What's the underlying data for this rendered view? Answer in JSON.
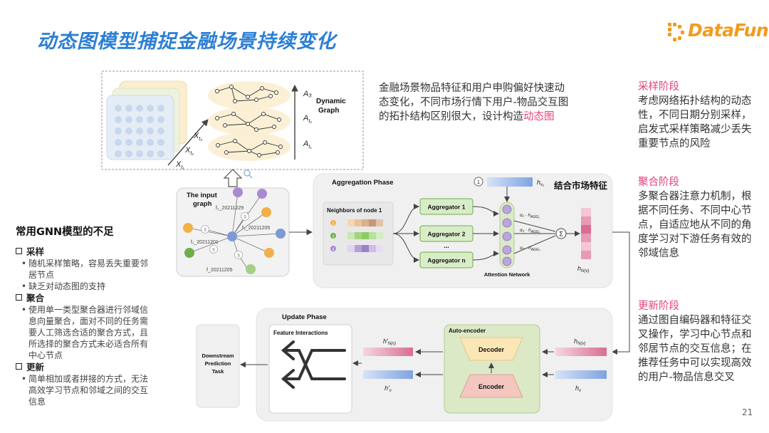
{
  "slide": {
    "title": "动态图模型捕捉金融场景持续变化",
    "logo_text": "DataFun.",
    "page_number": "21",
    "intro_lines": [
      "金融场景物品特征和用户申购偏好快速动",
      "态变化，不同市场行情下用户-物品交互图",
      "的拓扑结构区别很大，设计构造"
    ],
    "intro_highlight": "动态图"
  },
  "right_panel": {
    "sampling": {
      "heading": "采样阶段",
      "lines": [
        "考虑网络拓扑结构的动态",
        "性，不同日期分别采样，",
        "启发式采样策略减少丢失",
        "重要节点的风险"
      ]
    },
    "aggregation": {
      "heading": "聚合阶段",
      "lines": [
        "多聚合器注意力机制，根",
        "据不同任务、不同中心节",
        "点，自适应地从不同的角",
        "度学习对下游任务有效的",
        "邻域信息"
      ]
    },
    "update": {
      "heading": "更新阶段",
      "lines": [
        "通过图自编码器和特征交",
        "叉操作，学习中心节点和",
        "邻居节点的交互信息；在",
        "推荐任务中可以实现高效",
        "的用户-物品信息交叉"
      ]
    }
  },
  "left_panel": {
    "title": "常用GNN模型的不足",
    "sections": [
      {
        "heading": "采样",
        "bullets": [
          [
            "随机采样策略，容易丢失重要邻",
            "居节点"
          ],
          [
            "缺乏对动态图的支持"
          ]
        ]
      },
      {
        "heading": "聚合",
        "bullets": [
          [
            "使用单一类型聚合器进行邻域信",
            "息向量聚合，面对不同的任务需",
            "要人工筛选合适的聚合方式，且",
            "所选择的聚合方式未必适合所有",
            "中心节点"
          ]
        ]
      },
      {
        "heading": "更新",
        "bullets": [
          [
            "简单相加或者拼接的方式，无法",
            "高效学习节点和邻域之间的交互",
            "信息"
          ]
        ]
      }
    ]
  },
  "diagram": {
    "dynamic_graph": {
      "label_line1": "Dynamic",
      "label_line2": "Graph",
      "a_top": "A₃",
      "a_mid": "A",
      "a_mid_sub": "t₂",
      "a_bot": "A",
      "a_bot_sub": "t₁",
      "x1": "X",
      "x1_sub": "t₁",
      "x2": "X",
      "x2_sub": "t₂",
      "x3": "X",
      "x3_sub": "t₃"
    },
    "input_graph": {
      "title_line1": "The input",
      "title_line2": "graph",
      "date1": "f₂_20211229",
      "date2": "f₃_20211205",
      "date3": "f₁_20211201",
      "date4": "f_20211205"
    },
    "aggregation_phase": {
      "title": "Aggregation Phase",
      "neighbors_title": "Neighbors of node 1",
      "neighbor_ids": [
        "2",
        "3",
        "4"
      ],
      "aggregators": [
        "Aggregator 1",
        "Aggregator 2",
        "...",
        "Aggregator n"
      ],
      "node_id": "1",
      "hv_label": "h",
      "hv_sub": "v₁",
      "attention_label": "Attention Network",
      "alphas": [
        "α₁ · h",
        "α₂ · h",
        "αₙ · h"
      ],
      "alpha_subs": [
        "AGG₁",
        "AGG₂",
        "AGGₙ"
      ],
      "sum_symbol": "Σ",
      "output": "h",
      "output_sub": "N(v)",
      "market_feature": "结合市场特征"
    },
    "update_phase": {
      "title": "Update Phase",
      "feature_interactions": "Feature Interactions",
      "autoencoder": "Auto-encoder",
      "decoder": "Decoder",
      "encoder": "Encoder",
      "h_prime_n": "h′",
      "h_prime_n_sub": "N(v)",
      "h_prime_v": "h′",
      "h_prime_v_sub": "v",
      "h_n": "h",
      "h_n_sub": "N(v)",
      "h_v": "h",
      "h_v_sub": "v",
      "downstream_line1": "Downstream",
      "downstream_line2": "Prediction",
      "downstream_line3": "Task"
    }
  },
  "colors": {
    "title_blue": "#2c7fd4",
    "accent_pink": "#e6417e",
    "logo_orange": "#f39a1e",
    "agg_green": "#6fae4a",
    "panel_gray": "#f0f0f0"
  }
}
